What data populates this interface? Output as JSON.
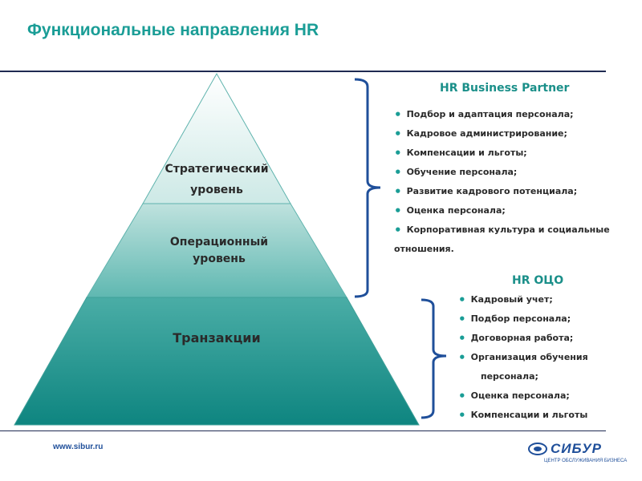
{
  "title": "Функциональные направления HR",
  "pyramid": {
    "levels": [
      {
        "line1": "Стратегический",
        "line2": "уровень"
      },
      {
        "line1": "Операционный",
        "line2": "уровень"
      },
      {
        "label": "Транзакции"
      }
    ]
  },
  "hr_business_partner": {
    "title": "HR Business Partner",
    "items": [
      "Подбор и адаптация персонала;",
      "Кадровое администрирование;",
      "Компенсации и льготы;",
      "Обучение персонала;",
      "Развитие кадрового потенциала;",
      "Оценка персонала;",
      "Корпоративная культура и социальные"
    ],
    "continuation": "отношения."
  },
  "hr_oco": {
    "title": "HR ОЦО",
    "items": [
      "Кадровый учет;",
      "Подбор персонала;",
      "Договорная работа;",
      "Организация обучения"
    ],
    "continuation": "персонала;",
    "items2": [
      "Оценка персонала;"
    ],
    "last": "Компенсации и льготы"
  },
  "footer": {
    "site": "www.sibur.ru",
    "logo_word": "СИБУР",
    "logo_sub": "ЦЕНТР ОБСЛУЖИВАНИЯ БИЗНЕСА"
  },
  "colors": {
    "accent": "#1a9d96",
    "pyramid_top": "#ffffff",
    "pyramid_bottom": "#0e8580",
    "bracket": "#1f4f9a"
  }
}
